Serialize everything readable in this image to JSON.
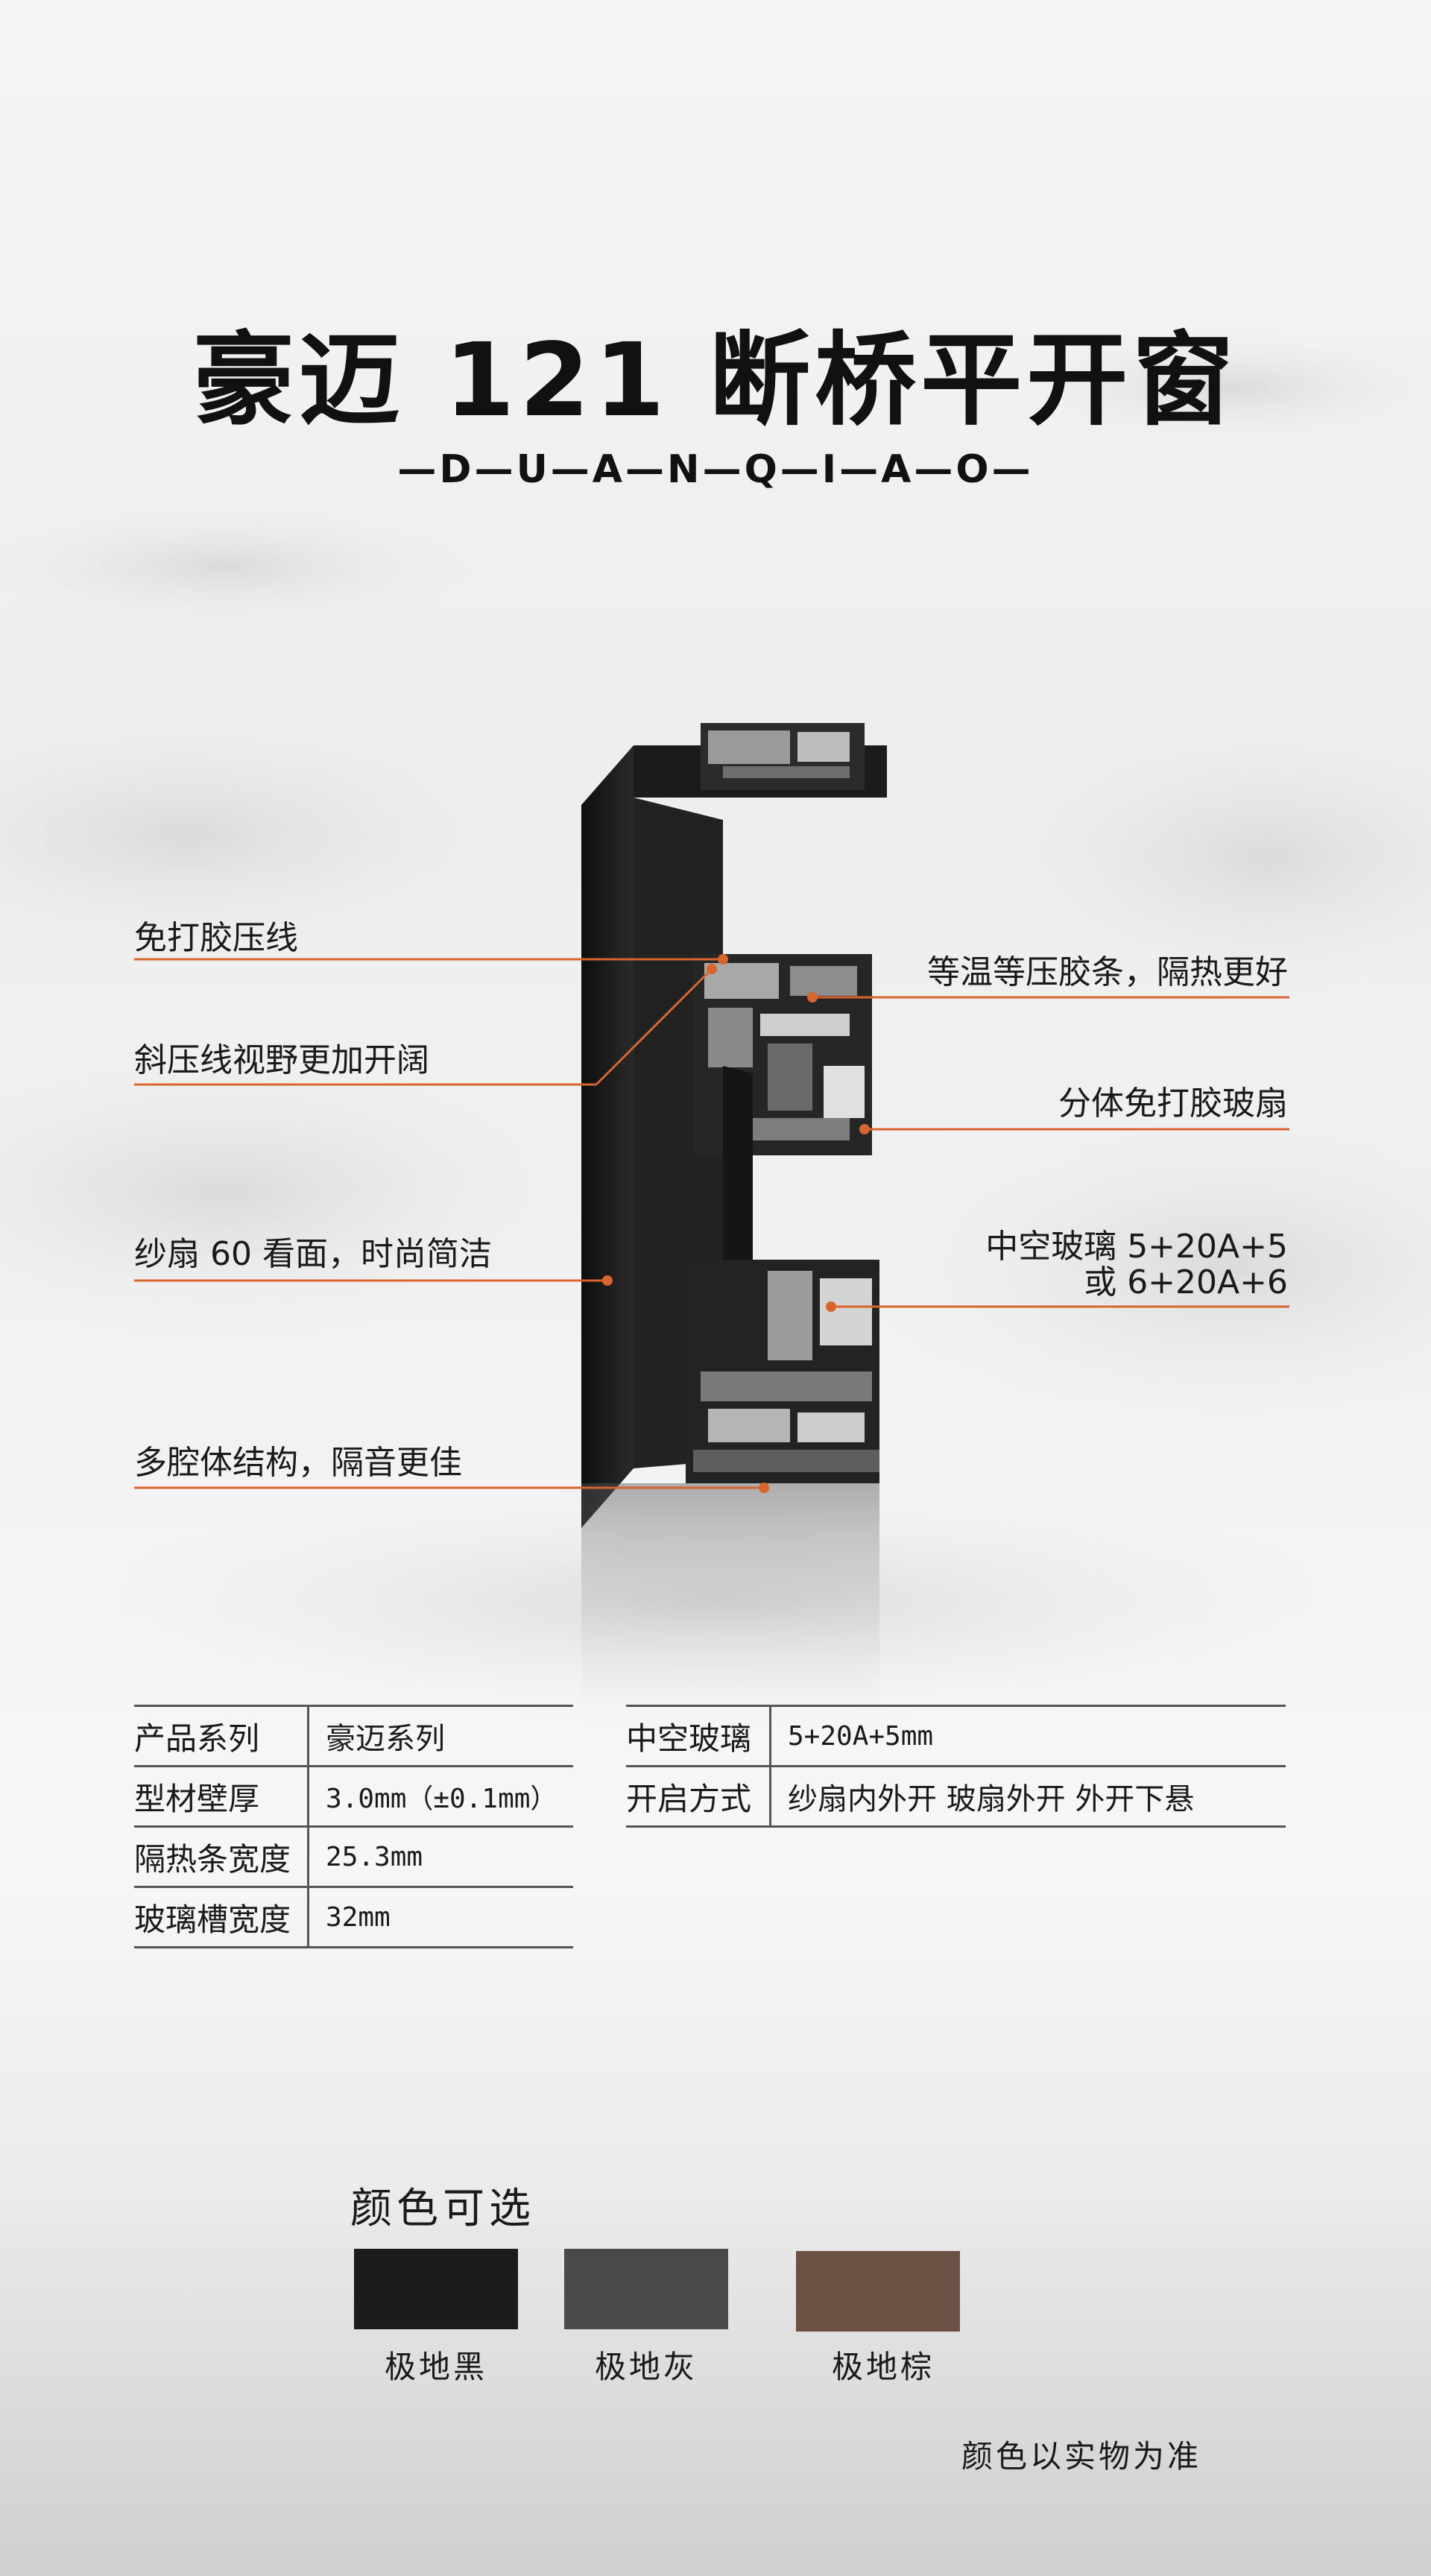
{
  "title": "豪迈 121 断桥平开窗",
  "subtitle": "—D—U—A—N—Q—I—A—O—",
  "callouts": {
    "left": [
      "免打胶压线",
      "斜压线视野更加开阔",
      "纱扇 60 看面，时尚简洁",
      "多腔体结构，隔音更佳"
    ],
    "right": [
      "等温等压胶条，隔热更好",
      "分体免打胶玻扇"
    ],
    "glass_line1": "中空玻璃 5+20A+5",
    "glass_line2": "或 6+20A+6"
  },
  "specs_left": [
    {
      "label": "产品系列",
      "value": "豪迈系列"
    },
    {
      "label": "型材壁厚",
      "value": "3.0mm（±0.1mm）"
    },
    {
      "label": "隔热条宽度",
      "value": "25.3mm"
    },
    {
      "label": "玻璃槽宽度",
      "value": "32mm"
    }
  ],
  "specs_right": [
    {
      "label": "中空玻璃",
      "value": "5+20A+5mm"
    },
    {
      "label": "开启方式",
      "value": "纱扇内外开 玻扇外开 外开下悬"
    }
  ],
  "colors": {
    "heading": "颜色可选",
    "options": [
      {
        "name": "极地黑",
        "hex": "#1c1c1c"
      },
      {
        "name": "极地灰",
        "hex": "#4a4a4d"
      },
      {
        "name": "极地棕",
        "hex": "#6b5043"
      }
    ],
    "note": "颜色以实物为准"
  },
  "accent": "#d9642e"
}
